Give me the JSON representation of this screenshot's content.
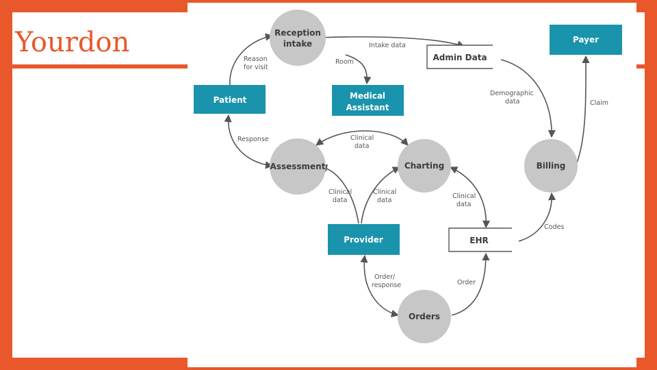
{
  "slide": {
    "title": "Yourdon"
  },
  "colors": {
    "accent": "#e8582a",
    "entity_fill": "#1a93ac",
    "process_fill": "#c7c7c7",
    "edge": "#555555"
  },
  "diagram": {
    "nodes": {
      "reception_intake": [
        "Reception",
        "intake"
      ],
      "admin_data": "Admin Data",
      "payer": "Payer",
      "patient": "Patient",
      "medical_assistant": [
        "Medical",
        "Assistant"
      ],
      "assessment": "Assessment",
      "charting": "Charting",
      "billing": "Billing",
      "provider": "Provider",
      "ehr": "EHR",
      "orders": "Orders"
    },
    "edges": {
      "intake_data": "Intake data",
      "room": "Room",
      "reason_for_visit": [
        "Reason",
        "for visit"
      ],
      "demographic_data": [
        "Demographic",
        "data"
      ],
      "claim": "Claim",
      "response": "Response",
      "clinical_data_top": [
        "Clinical",
        "data"
      ],
      "clinical_data_left": [
        "Clinical",
        "data"
      ],
      "clinical_data_mid": [
        "Clinical",
        "data"
      ],
      "clinical_data_right": [
        "Clinical",
        "data"
      ],
      "codes": "Codes",
      "order_response": [
        "Order/",
        "response"
      ],
      "order": "Order"
    }
  }
}
